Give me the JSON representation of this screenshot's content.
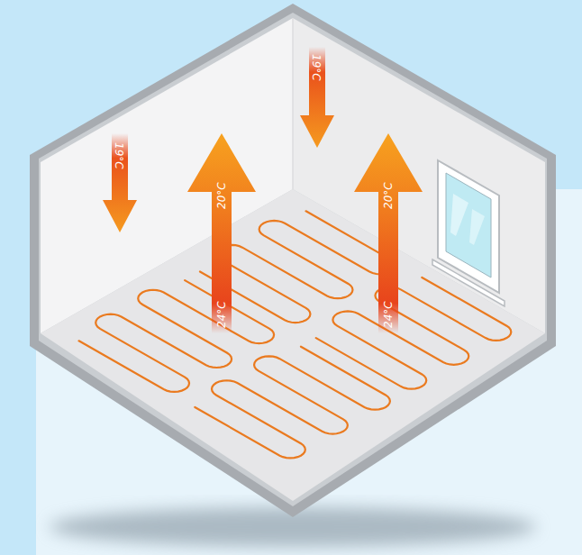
{
  "diagram": {
    "labels": [
      "19°C",
      "19°C",
      "20°C",
      "24°C",
      "20°C",
      "24°C"
    ]
  }
}
